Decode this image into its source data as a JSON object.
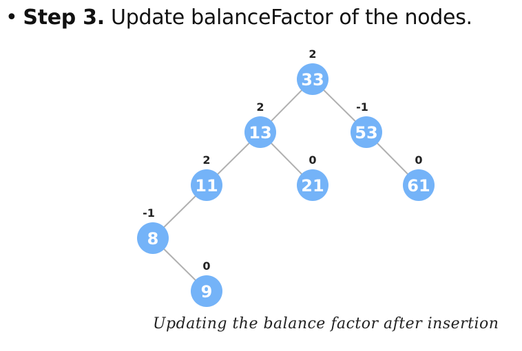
{
  "heading": {
    "bullet": "•",
    "step": "Step 3.",
    "text": "Update balanceFactor of the nodes."
  },
  "caption": "Updating the balance factor after insertion",
  "colors": {
    "node_fill": "#74b3f8",
    "node_text": "#ffffff",
    "edge": "#b0b0b0",
    "factor_text": "#222222"
  },
  "tree": {
    "nodes": [
      {
        "id": "n33",
        "value": "33",
        "balance": "2"
      },
      {
        "id": "n13",
        "value": "13",
        "balance": "2"
      },
      {
        "id": "n53",
        "value": "53",
        "balance": "-1"
      },
      {
        "id": "n11",
        "value": "11",
        "balance": "2"
      },
      {
        "id": "n21",
        "value": "21",
        "balance": "0"
      },
      {
        "id": "n61",
        "value": "61",
        "balance": "0"
      },
      {
        "id": "n8",
        "value": "8",
        "balance": "-1"
      },
      {
        "id": "n9",
        "value": "9",
        "balance": "0"
      }
    ],
    "edges": [
      {
        "from": "n33",
        "to": "n13"
      },
      {
        "from": "n33",
        "to": "n53"
      },
      {
        "from": "n13",
        "to": "n11"
      },
      {
        "from": "n13",
        "to": "n21"
      },
      {
        "from": "n53",
        "to": "n61"
      },
      {
        "from": "n11",
        "to": "n8"
      },
      {
        "from": "n8",
        "to": "n9"
      }
    ]
  }
}
